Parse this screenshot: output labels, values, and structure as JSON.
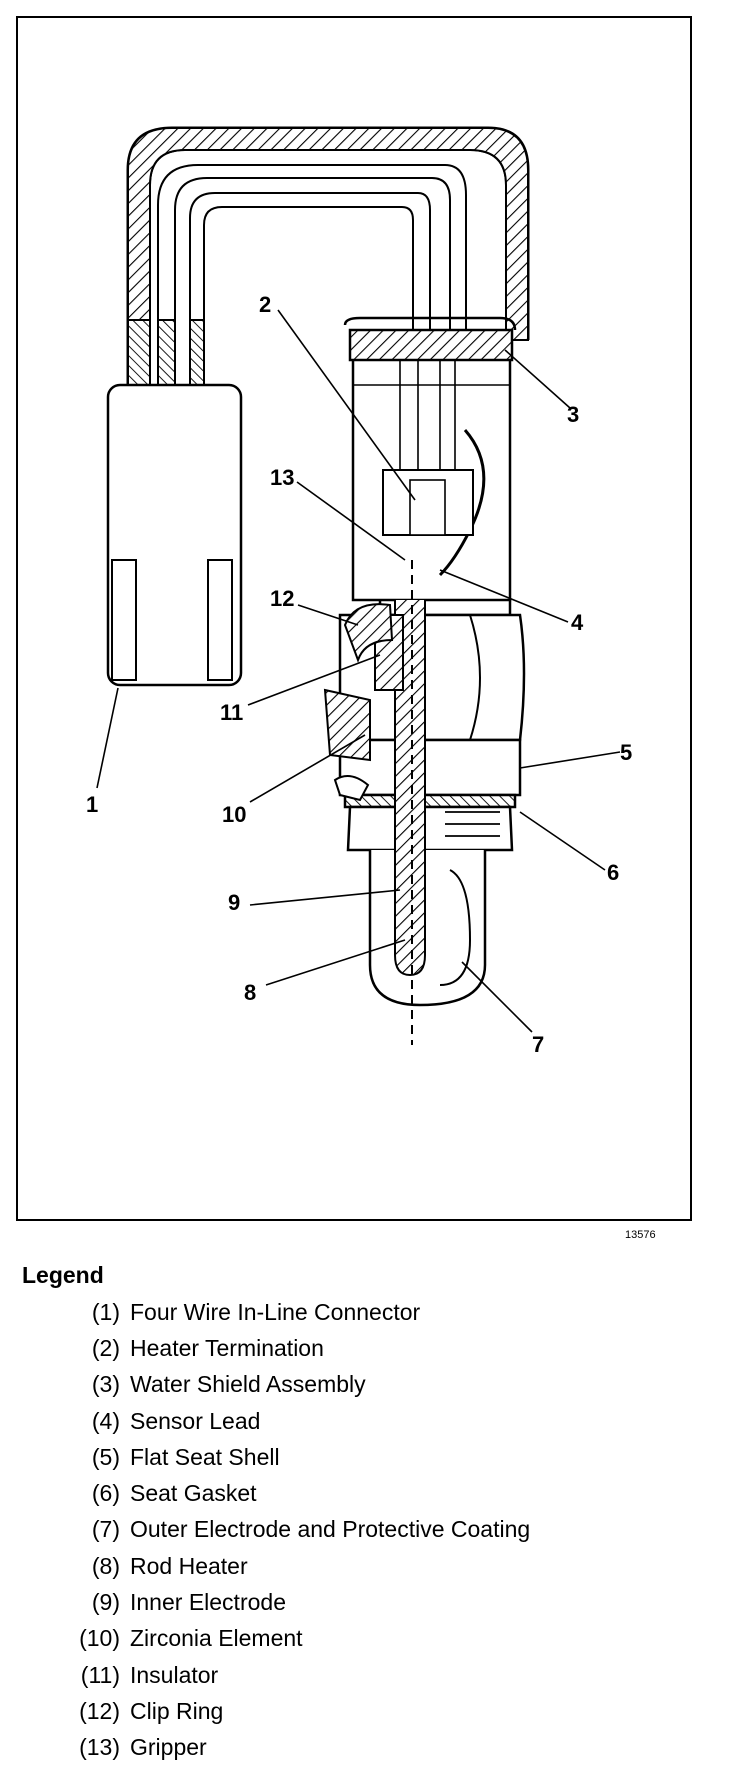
{
  "figure": {
    "id": "13576",
    "callouts": [
      "1",
      "2",
      "3",
      "4",
      "5",
      "6",
      "7",
      "8",
      "9",
      "10",
      "11",
      "12",
      "13"
    ]
  },
  "legend": {
    "title": "Legend",
    "items": [
      {
        "num": "(1)",
        "label": "Four Wire In-Line Connector"
      },
      {
        "num": "(2)",
        "label": "Heater Termination"
      },
      {
        "num": "(3)",
        "label": "Water Shield Assembly"
      },
      {
        "num": "(4)",
        "label": "Sensor Lead"
      },
      {
        "num": "(5)",
        "label": "Flat Seat Shell"
      },
      {
        "num": "(6)",
        "label": "Seat Gasket"
      },
      {
        "num": "(7)",
        "label": "Outer Electrode and Protective Coating"
      },
      {
        "num": "(8)",
        "label": "Rod Heater"
      },
      {
        "num": "(9)",
        "label": "Inner Electrode"
      },
      {
        "num": "(10)",
        "label": "Zirconia Element"
      },
      {
        "num": "(11)",
        "label": "Insulator"
      },
      {
        "num": "(12)",
        "label": "Clip Ring"
      },
      {
        "num": "(13)",
        "label": "Gripper"
      }
    ]
  }
}
